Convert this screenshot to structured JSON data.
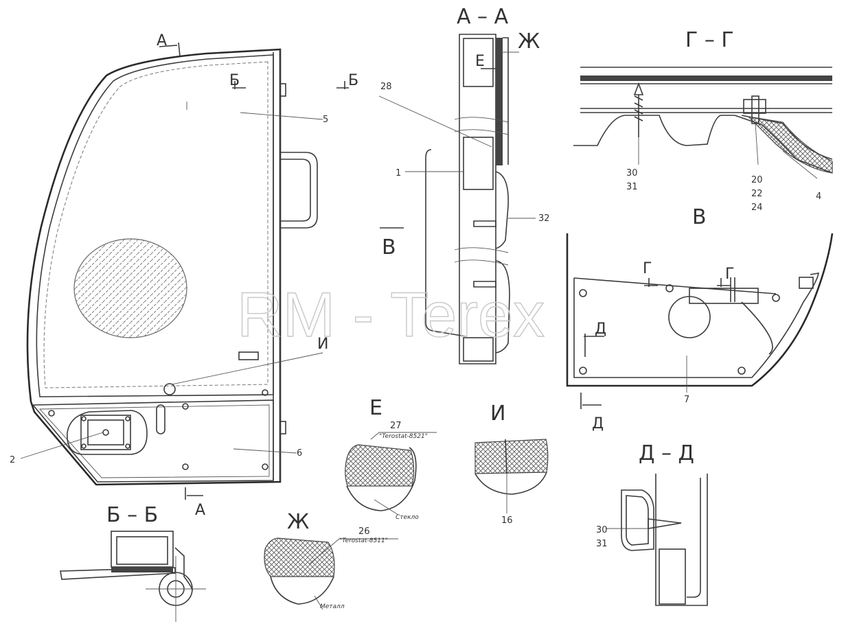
{
  "watermark": "RM - Terex",
  "section_titles": {
    "aa": "А – А",
    "gg": "Г – Г",
    "bb": "Б – Б",
    "dd": "Д – Д",
    "view_v": "В",
    "detail_e": "Е",
    "detail_i": "И",
    "detail_zh": "Ж"
  },
  "marks": {
    "a_top": "А",
    "a_bottom": "А",
    "b_left": "Б",
    "b_right": "Б",
    "v_arrow": "В",
    "e_mark": "Е",
    "zh_mark": "Ж",
    "i_mark": "И",
    "g_left": "Г",
    "g_right": "Г",
    "d_right": "Д",
    "d_bottom": "Д"
  },
  "callouts": {
    "p1": "1",
    "p2": "2",
    "p4": "4",
    "p5": "5",
    "p6": "6",
    "p7": "7",
    "p16": "16",
    "p26": "26",
    "p27": "27",
    "p28": "28",
    "p30": "30",
    "p31": "31",
    "p32": "32",
    "p20": "20",
    "p22": "22",
    "p24": "24",
    "p30b": "30",
    "p31b": "31"
  },
  "notes": {
    "terostat_8521": "\"Terostat-8521\"",
    "terostat_8511": "\"Terostat-8511\"",
    "glass": "Стекло",
    "metal": "Металл"
  }
}
